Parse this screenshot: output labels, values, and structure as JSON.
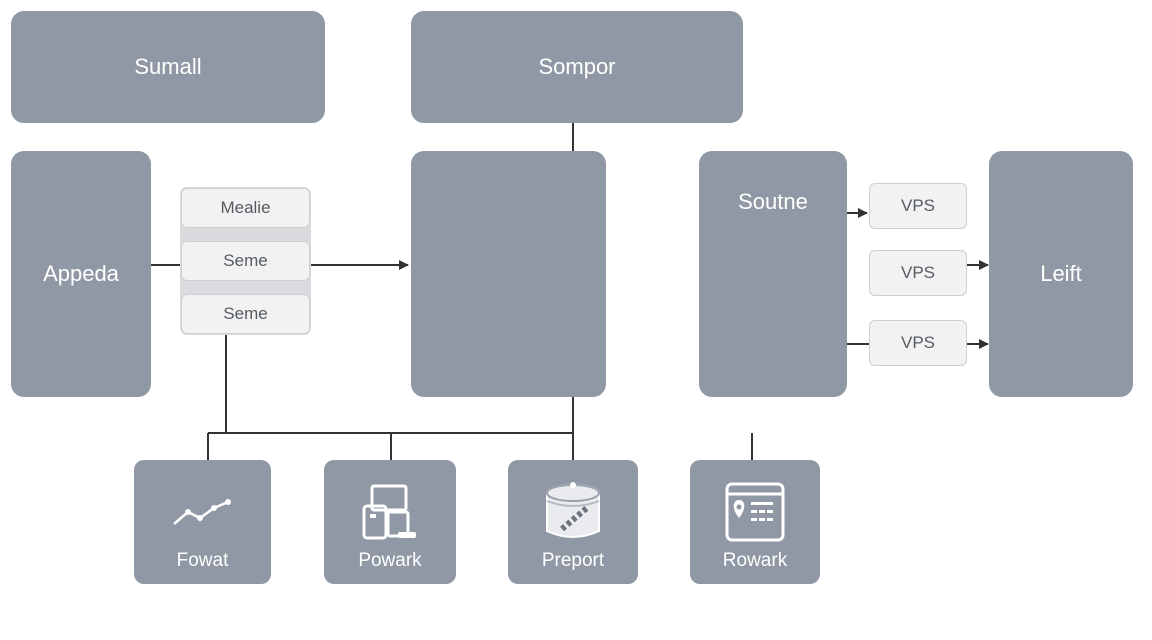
{
  "top_nodes": {
    "left": "Sumall",
    "center": "Sompor"
  },
  "side_nodes": {
    "left": "Appeda",
    "right_source": "Soutne",
    "right_target": "Leift"
  },
  "stack_items": [
    "Mealie",
    "Seme",
    "Seme"
  ],
  "vps_items": [
    "VPS",
    "VPS",
    "VPS"
  ],
  "tools": [
    {
      "label": "Fowat",
      "icon": "line-graph-icon"
    },
    {
      "label": "Powark",
      "icon": "devices-icon"
    },
    {
      "label": "Preport",
      "icon": "database-icon"
    },
    {
      "label": "Rowark",
      "icon": "map-document-icon"
    }
  ],
  "colors": {
    "node_fill": "#8f98a4",
    "chip_fill": "#f2f2f2",
    "connector": "#333333"
  }
}
